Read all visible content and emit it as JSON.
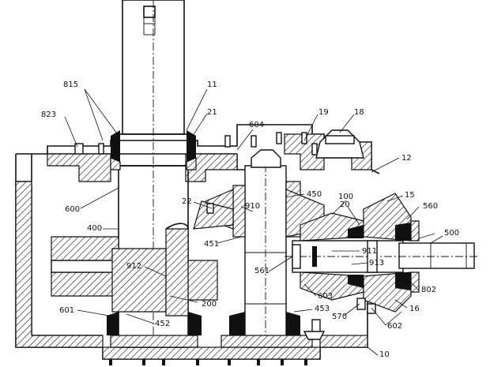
{
  "callouts": [
    {
      "id": "815",
      "text": "815"
    },
    {
      "id": "11",
      "text": "11"
    },
    {
      "id": "823",
      "text": "823"
    },
    {
      "id": "21",
      "text": "21"
    },
    {
      "id": "604",
      "text": "604"
    },
    {
      "id": "19",
      "text": "19"
    },
    {
      "id": "18",
      "text": "18"
    },
    {
      "id": "12",
      "text": "12"
    },
    {
      "id": "600",
      "text": "600"
    },
    {
      "id": "450",
      "text": "450"
    },
    {
      "id": "22",
      "text": "22"
    },
    {
      "id": "100",
      "text": "100"
    },
    {
      "id": "20",
      "text": "20"
    },
    {
      "id": "15",
      "text": "15"
    },
    {
      "id": "560",
      "text": "560"
    },
    {
      "id": "910",
      "text": "910"
    },
    {
      "id": "400",
      "text": "400"
    },
    {
      "id": "451",
      "text": "451"
    },
    {
      "id": "500",
      "text": "500"
    },
    {
      "id": "911",
      "text": "911"
    },
    {
      "id": "912",
      "text": "912"
    },
    {
      "id": "913",
      "text": "913"
    },
    {
      "id": "561",
      "text": "561"
    },
    {
      "id": "802",
      "text": "802"
    },
    {
      "id": "603",
      "text": "603"
    },
    {
      "id": "200",
      "text": "200"
    },
    {
      "id": "453",
      "text": "453"
    },
    {
      "id": "16",
      "text": "16"
    },
    {
      "id": "601",
      "text": "601"
    },
    {
      "id": "452",
      "text": "452"
    },
    {
      "id": "570",
      "text": "570"
    },
    {
      "id": "602",
      "text": "602"
    },
    {
      "id": "10",
      "text": "10"
    }
  ]
}
